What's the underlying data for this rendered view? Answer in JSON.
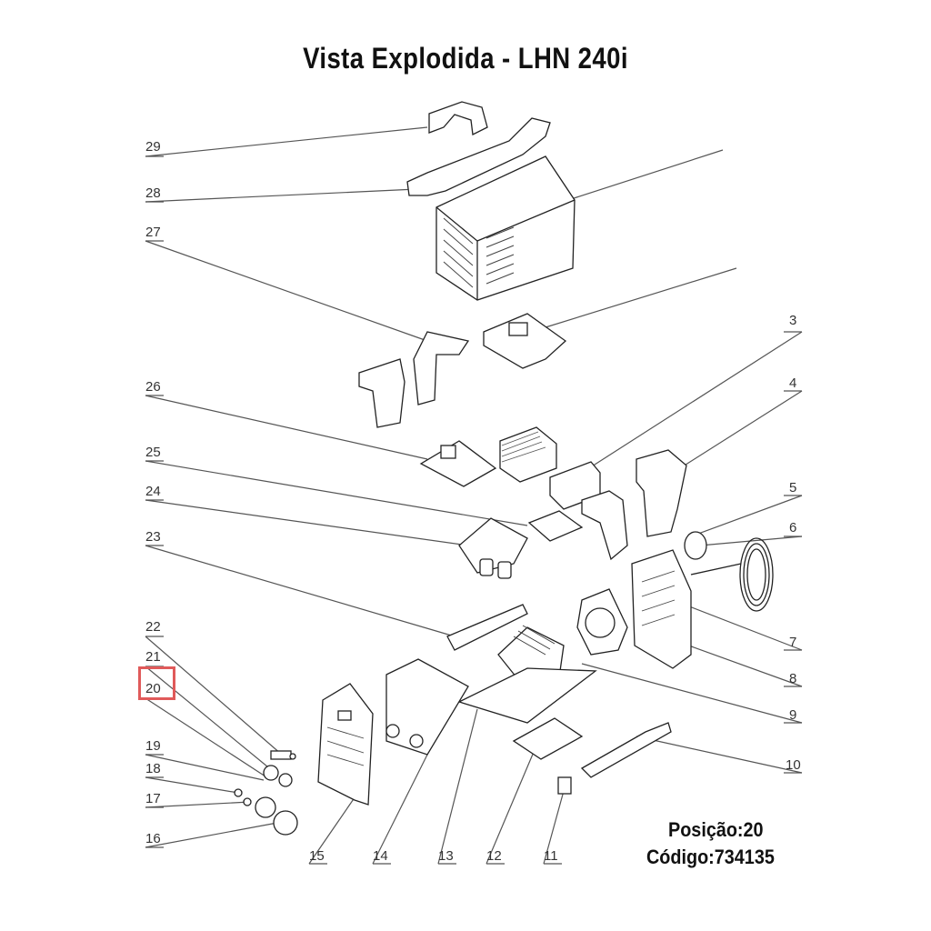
{
  "title": "Vista Explodida - LHN 240i",
  "callouts": [
    "29",
    "28",
    "27",
    "26",
    "25",
    "24",
    "23",
    "22",
    "21",
    "20",
    "19",
    "18",
    "17",
    "16",
    "15",
    "14",
    "13",
    "12",
    "11",
    "10",
    "9",
    "8",
    "7",
    "6",
    "5",
    "4",
    "3"
  ],
  "info": {
    "position": "Posição:20",
    "code": "Código:734135"
  },
  "highlight": {
    "part": "20",
    "color": "#e05a5a"
  }
}
